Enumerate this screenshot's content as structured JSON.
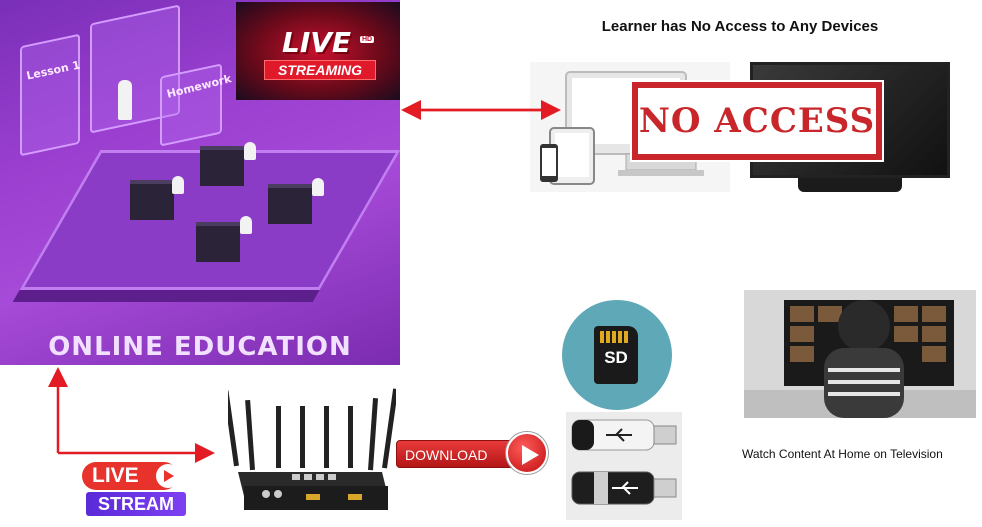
{
  "education": {
    "title": "ONLINE EDUCATION",
    "board_labels": [
      "Lesson 1",
      "Homework"
    ]
  },
  "live_banner": {
    "live": "LIVE",
    "hd": "HD",
    "streaming": "STREAMING"
  },
  "heading": "Learner has No Access to Any Devices",
  "no_access": "NO ACCESS",
  "download_label": "DOWNLOAD",
  "live_stream_logo": {
    "live": "LIVE",
    "stream": "STREAM"
  },
  "sd_label": "SD",
  "watch_caption": "Watch Content At Home on Television",
  "colors": {
    "arrow": "#e31b23",
    "purple": "#9b3fd0",
    "no_access_red": "#c8262a",
    "sd_teal": "#5fa8b8"
  },
  "icons": [
    "play-icon",
    "sd-card-icon",
    "usb-drive-icon",
    "router-icon",
    "tv-icon",
    "laptop-icon",
    "tablet-icon",
    "phone-icon"
  ]
}
